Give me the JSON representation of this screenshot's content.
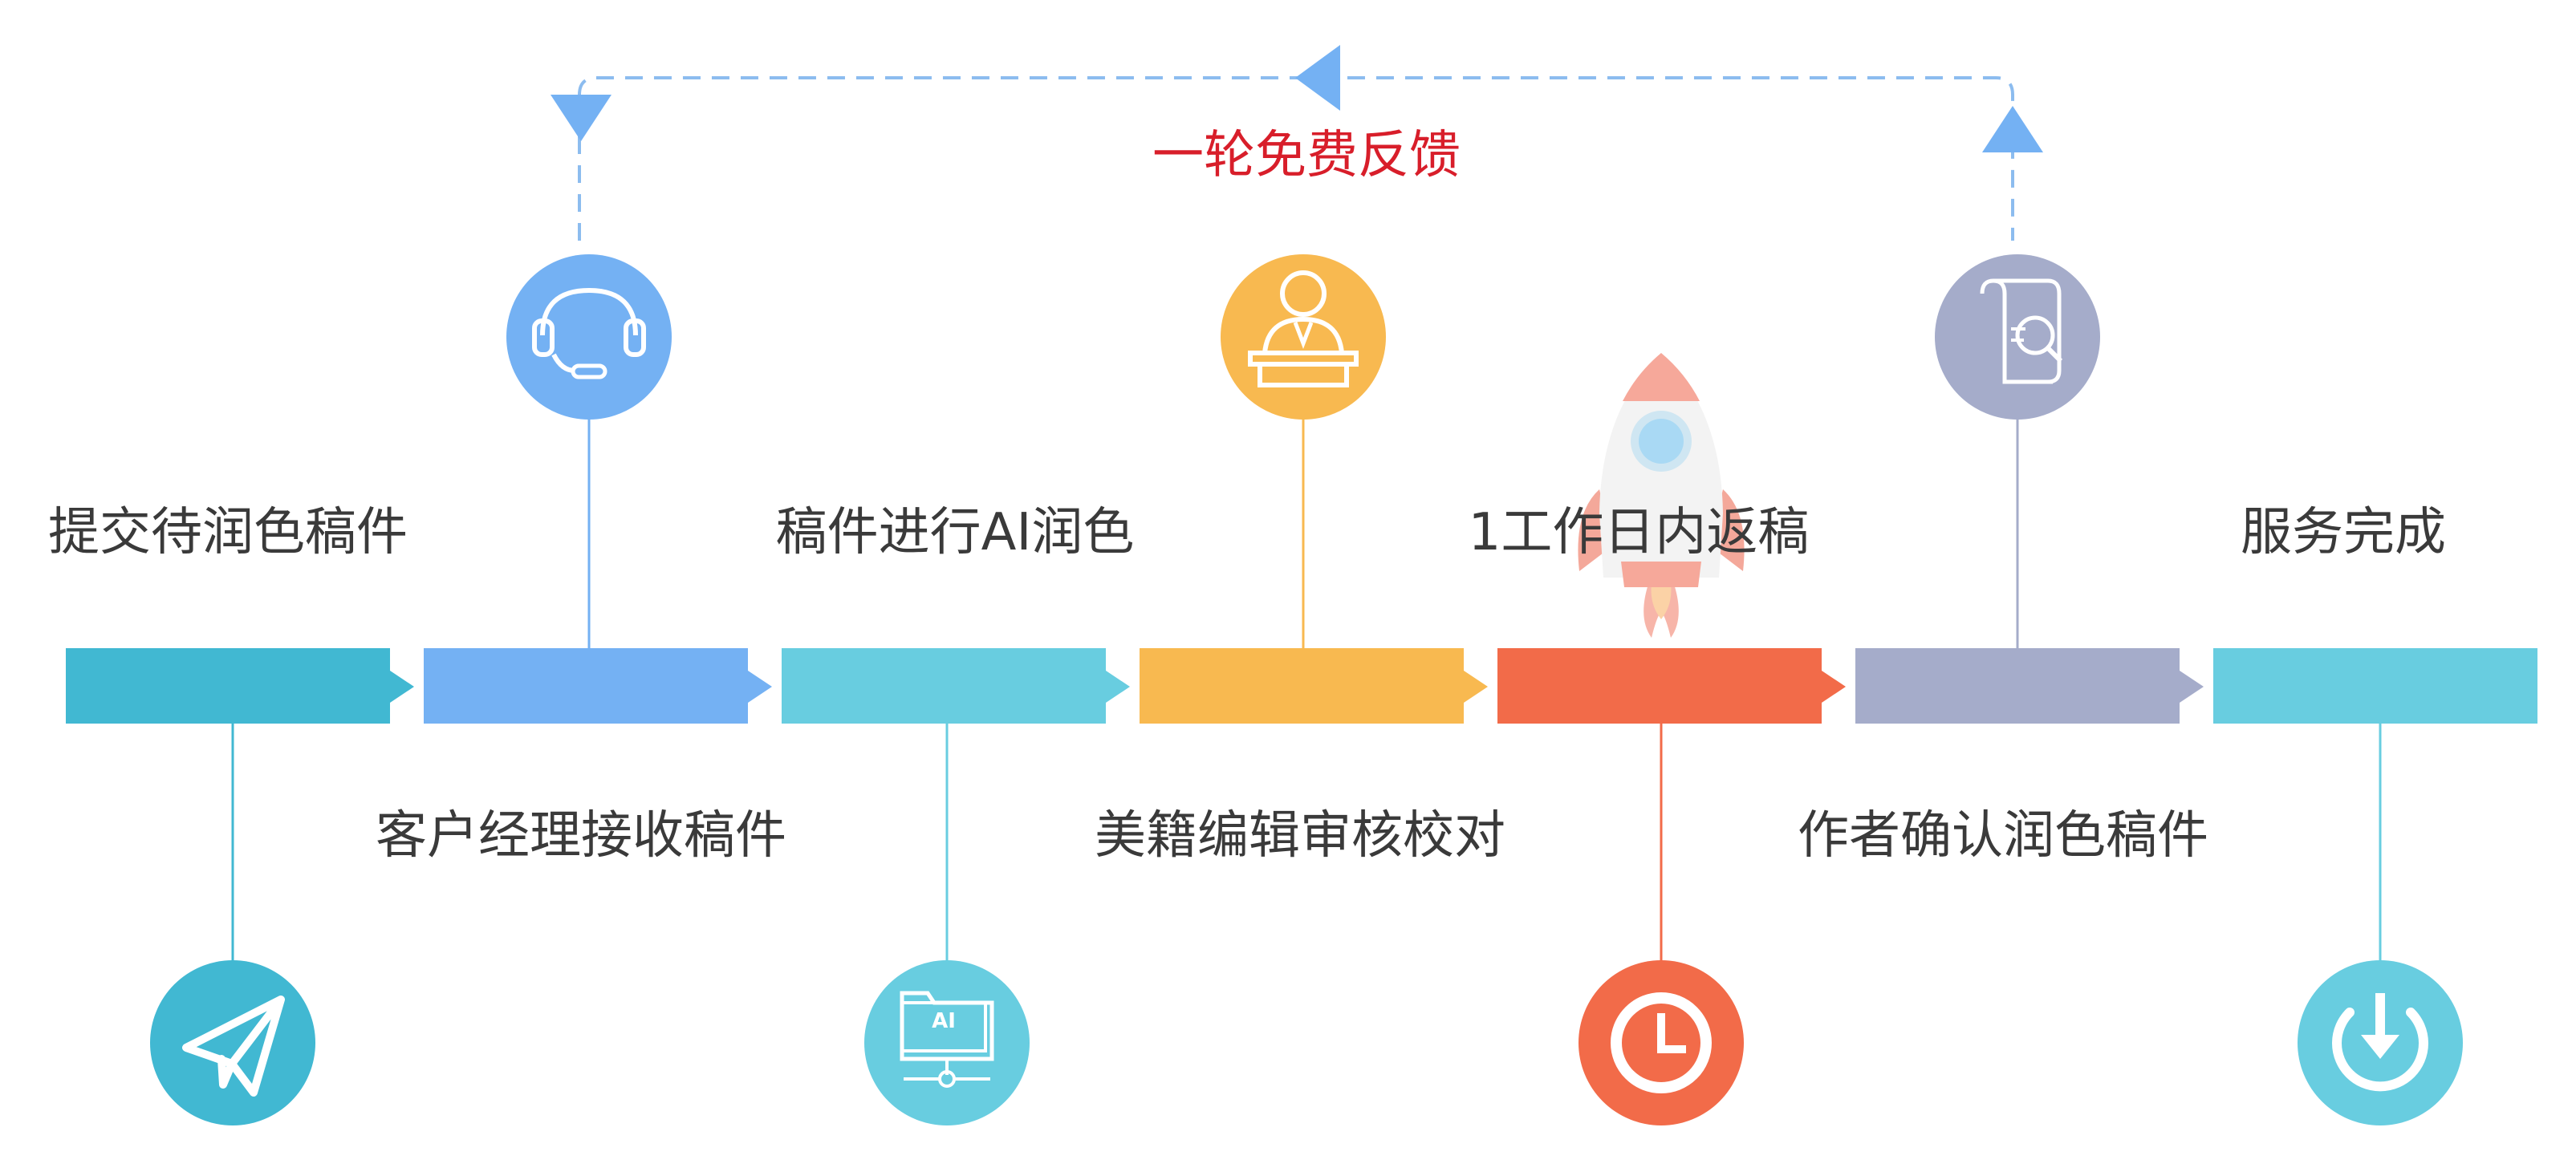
{
  "feedback_label": "一轮免费反馈",
  "steps_top": [
    "提交待润色稿件",
    "稿件进行AI润色",
    "1工作日内返稿",
    "服务完成"
  ],
  "steps_bottom": [
    "客户经理接收稿件",
    "美籍编辑审核校对",
    "作者确认润色稿件"
  ],
  "icon_ai_text": "AI",
  "colors": {
    "step1": "#41b8d2",
    "step2": "#74b1f3",
    "step3": "#68cde0",
    "step4": "#f8b950",
    "step5": "#f26b49",
    "step6": "#a5acca",
    "step7": "#68cde0",
    "feedback": "#d81e2a",
    "loop_line": "#8cbcef"
  },
  "icons": [
    "paper-plane-icon",
    "headset-icon",
    "ai-folder-icon",
    "editor-person-icon",
    "rocket-icon",
    "clock-icon",
    "document-search-icon",
    "download-icon"
  ]
}
